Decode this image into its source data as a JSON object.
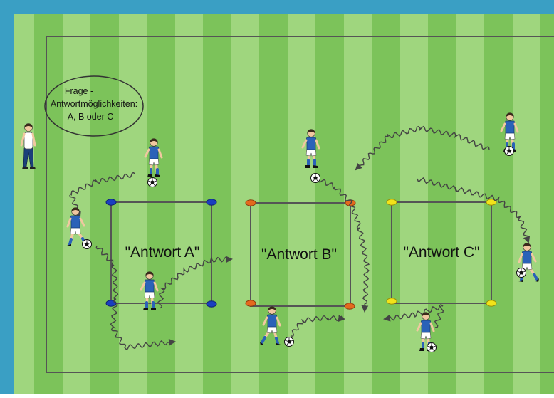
{
  "colors": {
    "frame": "#3a9fc4",
    "stripe_dark": "#7cc35a",
    "stripe_light": "#9fd67e",
    "boundary": "#555555",
    "box_line": "#555555",
    "cone_a": "#1a3fc0",
    "cone_b": "#e46a1e",
    "cone_c": "#f2e31a",
    "shirt": "#2a62b8",
    "shorts": "#ffffff",
    "socks": "#2a62b8",
    "skin": "#f1c8a0",
    "hair": "#3b2a1a",
    "coach_shirt": "#ffffff",
    "coach_pants": "#1b3f7a",
    "path": "#444444"
  },
  "question_note": {
    "line1": "Frage -",
    "line2": "Antwortmöglichkeiten:",
    "line3": "A, B oder C"
  },
  "zones": {
    "a_label": "\"Antwort A\"",
    "b_label": "\"Antwort B\"",
    "c_label": "\"Antwort C\""
  },
  "icons": {
    "player": "soccer-player-figure",
    "coach": "coach-figure",
    "ball": "soccer-ball",
    "cone": "marker-cone",
    "path": "wavy-dribble-arrow"
  }
}
